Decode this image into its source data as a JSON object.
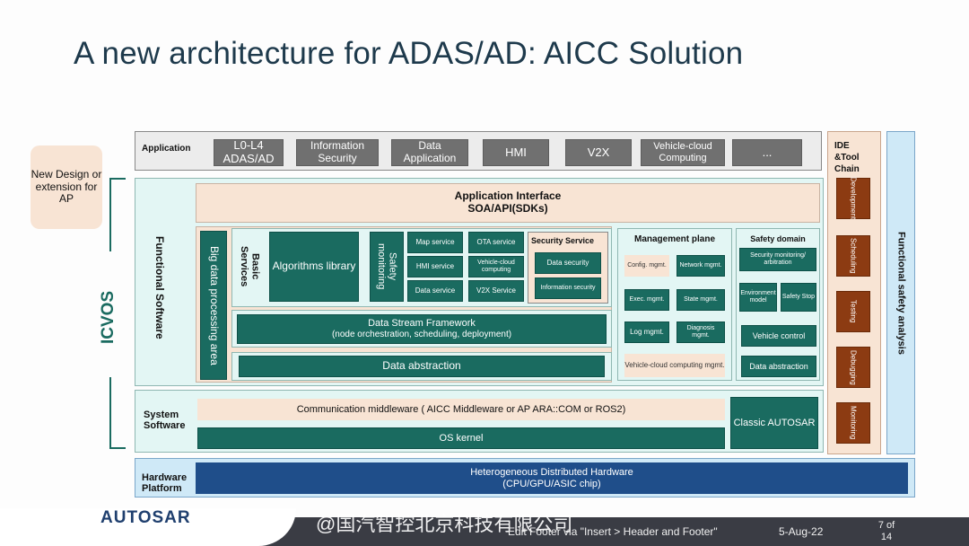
{
  "title": "A new architecture for ADAS/AD: AICC Solution",
  "side_note": "New Design or extension for AP",
  "icvos_label": "ICVOS",
  "application": {
    "label": "Application",
    "items": [
      "L0-L4 ADAS/AD",
      "Information Security",
      "Data Application",
      "HMI",
      "V2X",
      "Vehicle-cloud Computing",
      "..."
    ]
  },
  "functional_software": {
    "label": "Functional Software",
    "app_interface_line1": "Application Interface",
    "app_interface_line2": "SOA/API(SDKs)",
    "big_data": "Big data processing area",
    "basic_services": "Basic Services",
    "algorithms_library": "Algorithms library",
    "safety_monitoring": "Safety monitoring",
    "services": [
      "Map service",
      "OTA service",
      "HMI service",
      "Vehicle-cloud computing",
      "Data service",
      "V2X Service"
    ],
    "security_service": {
      "title": "Security Service",
      "items": [
        "Data security",
        "Information security"
      ]
    },
    "data_stream_line1": "Data Stream Framework",
    "data_stream_line2": "(node orchestration, scheduling, deployment)",
    "data_abstraction": "Data abstraction",
    "management_plane": {
      "title": "Management plane",
      "items": [
        "Config. mgmt.",
        "Network mgmt.",
        "Exec. mgmt.",
        "State mgmt.",
        "Log mgmt.",
        "Diagnosis mgmt."
      ],
      "vehicle_cloud": "Vehicle-cloud computing mgmt."
    },
    "safety_domain": {
      "title": "Safety domain",
      "monitoring": "Security monitoring/ arbitration",
      "environment_model": "Environment model",
      "safety_stop": "Safety Stop",
      "vehicle_control": "Vehicle control",
      "data_abstraction": "Data abstraction"
    }
  },
  "system_software": {
    "label": "System Software",
    "middleware": "Communication middleware ( AICC Middleware or AP ARA::COM or ROS2)",
    "os_kernel": "OS kernel",
    "classic_autosar": "Classic AUTOSAR"
  },
  "hardware": {
    "label": "Hardware Platform",
    "line1": "Heterogeneous Distributed Hardware",
    "line2": "(CPU/GPU/ASIC chip)"
  },
  "ide_toolchain": {
    "title": "IDE &Tool Chain",
    "items": [
      "Development",
      "Scheduling",
      "Testing",
      "Debugging",
      "Monitoring"
    ]
  },
  "functional_safety": "Functional safety analysis",
  "footer": {
    "logo": "AUTOSAR",
    "watermark": "@国汽智控北京科技有限公司",
    "edit_text": "Edit Footer via \"Insert > Header and Footer\"",
    "date": "5-Aug-22",
    "page": "7 of 14"
  },
  "colors": {
    "teal": "#1a6b60",
    "grey": "#707070",
    "brown": "#8c3b12",
    "peach": "#f8e4d4",
    "mint": "#e3f6f4",
    "light_blue": "#cfe9f7",
    "navy": "#1f4e8a"
  }
}
